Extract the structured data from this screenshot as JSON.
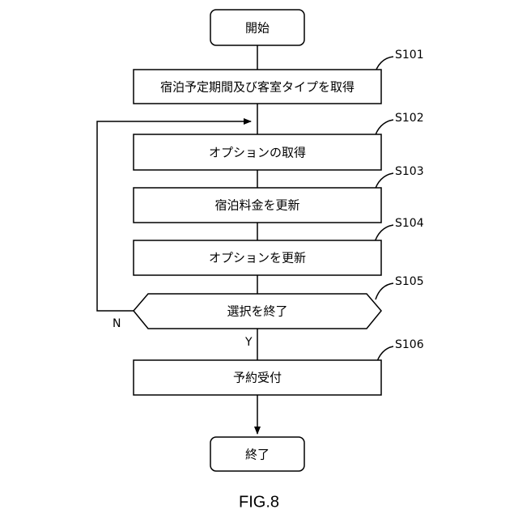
{
  "nodes": {
    "start": {
      "label": "開始"
    },
    "s101": {
      "label": "宿泊予定期間及び客室タイプを取得",
      "step": "S101"
    },
    "s102": {
      "label": "オプションの取得",
      "step": "S102"
    },
    "s103": {
      "label": "宿泊料金を更新",
      "step": "S103"
    },
    "s104": {
      "label": "オプションを更新",
      "step": "S104"
    },
    "s105": {
      "label": "選択を終了",
      "step": "S105",
      "no_label": "N",
      "yes_label": "Y"
    },
    "s106": {
      "label": "予約受付",
      "step": "S106"
    },
    "end": {
      "label": "終了"
    }
  },
  "figure": {
    "caption": "FIG.8"
  }
}
